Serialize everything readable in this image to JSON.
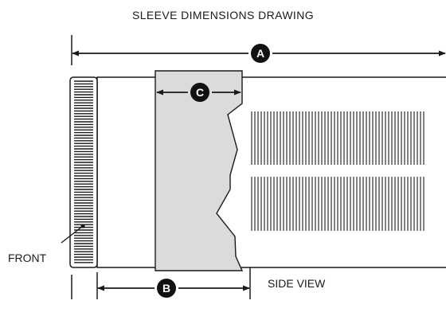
{
  "title": "SLEEVE DIMENSIONS DRAWING",
  "labels": {
    "front": "FRONT",
    "side_view": "SIDE VIEW"
  },
  "dimensions": {
    "a": "A",
    "b": "B",
    "c": "C"
  },
  "colors": {
    "line": "#1a1a1a",
    "sleeve_fill": "#d9dcdb",
    "badge_fill": "#111111",
    "background": "#ffffff"
  }
}
